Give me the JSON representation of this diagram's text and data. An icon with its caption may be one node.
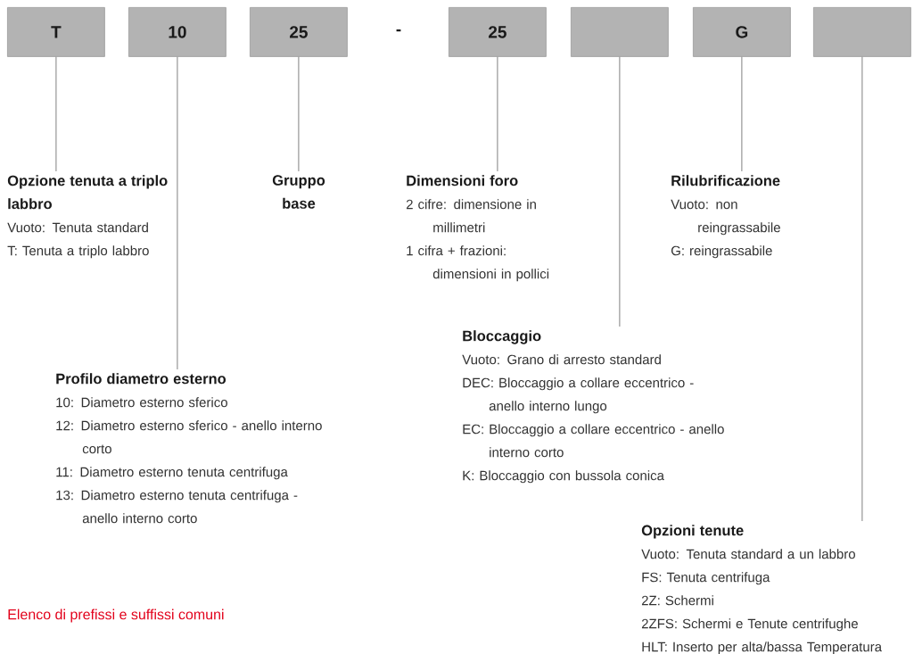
{
  "diagram": {
    "nodes": [
      {
        "text": [
          "T"
        ]
      },
      {
        "text": [
          "10"
        ]
      },
      {
        "text": [
          "25"
        ]
      },
      {
        "text": [
          "25"
        ]
      },
      {
        "text": [],
        "shape": "box"
      },
      {
        "text": [
          "G"
        ]
      },
      {
        "text": [],
        "shape": "box"
      },
      {
        "text": [
          "Opzione tenuta a triplo labbro",
          "Vuoto: Tenuta standard",
          "T: Tenuta a triplo labbro"
        ]
      },
      {
        "text": [
          "Gruppo base"
        ]
      },
      {
        "text": [
          "Dimensioni foro",
          "2 cifre: dimensione in millimetri",
          "1 cifra + frazioni: dimensioni in pollici"
        ]
      },
      {
        "text": [
          "Rilubrificazione",
          "Vuoto: non reingrassabile",
          "G: reingrassabile"
        ]
      },
      {
        "text": [
          "Bloccaggio",
          "Vuoto: Grano di arresto standard",
          "DEC: Bloccaggio a collare eccentrico - anello interno lungo",
          "EC: Bloccaggio a collare eccentrico - anello interno corto",
          "K: Bloccaggio con bussola conica"
        ]
      },
      {
        "text": [
          "Profilo diametro esterno",
          "10: Diametro esterno sferico",
          "12: Diametro esterno sferico - anello interno corto",
          "11: Diametro esterno tenuta centrifuga",
          "13: Diametro esterno tenuta centrifuga - anello interno corto"
        ]
      },
      {
        "text": [
          "Opzioni tenute",
          "Vuoto: Tenuta standard a un labbro",
          "FS: Tenuta centrifuga",
          "2Z: Schermi",
          "2ZFS: Schermi e Tenute centrifughe",
          "HLT: Inserto per alta/bassa Temperatura"
        ]
      }
    ],
    "edges": [
      {
        "from": 0,
        "to": 7,
        "arrow": "none"
      },
      {
        "from": 1,
        "to": 12,
        "arrow": "none"
      },
      {
        "from": 2,
        "to": 8,
        "arrow": "none"
      },
      {
        "from": 3,
        "to": 9,
        "arrow": "none"
      },
      {
        "from": 4,
        "to": 11,
        "arrow": "none"
      },
      {
        "from": 5,
        "to": 10,
        "arrow": "none"
      },
      {
        "from": 6,
        "to": 13,
        "arrow": "none"
      }
    ],
    "labels": [
      "-",
      "Elenco di prefissi e suffissi comuni"
    ]
  }
}
